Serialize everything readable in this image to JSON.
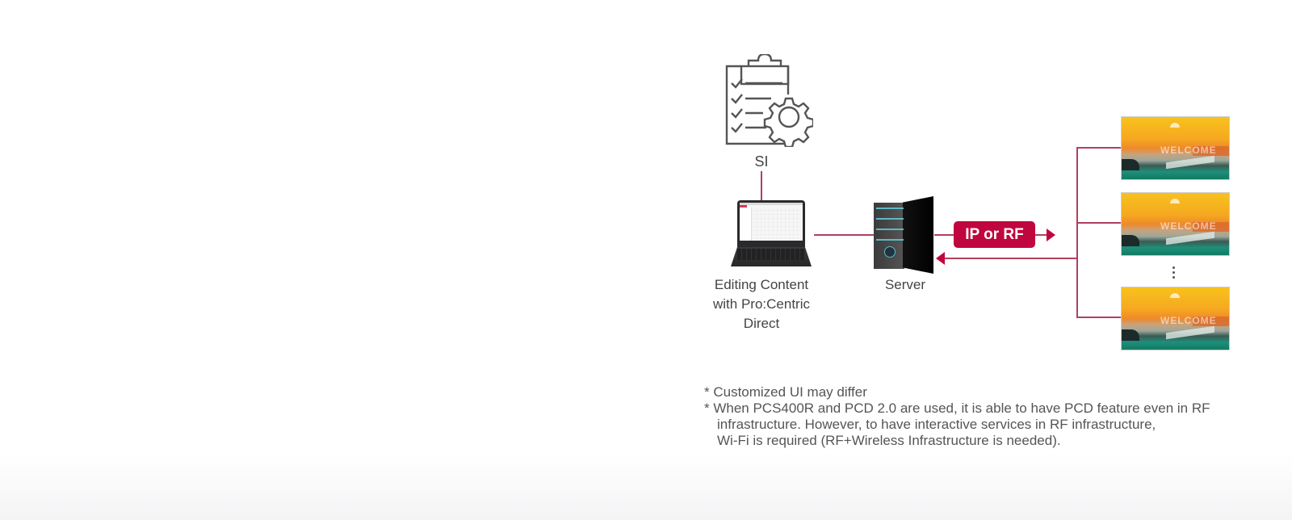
{
  "diagram": {
    "nodes": {
      "si": {
        "label": "SI",
        "icon": "clipboard-checklist-gear-icon"
      },
      "editor": {
        "label_line1": "Editing Content",
        "label_line2": "with Pro:Centric Direct",
        "icon": "laptop-icon"
      },
      "server": {
        "label": "Server",
        "icon": "server-tower-icon"
      },
      "displays": {
        "count_shown": 3,
        "icon": "tv-display-icon",
        "screen_text": "WELCOME",
        "ellipsis": "⋮"
      }
    },
    "connection": {
      "badge_label": "IP or RF",
      "direction": "bidirectional"
    },
    "colors": {
      "accent": "#c0063f",
      "line": "#b0405f",
      "text": "#444444"
    }
  },
  "notes": [
    "* Customized UI may differ",
    "* When PCS400R and PCD 2.0 are used, it is able to have PCD feature even in RF",
    "infrastructure. However, to have interactive services in RF infrastructure,",
    "Wi-Fi is required (RF+Wireless Infrastructure is needed)."
  ]
}
